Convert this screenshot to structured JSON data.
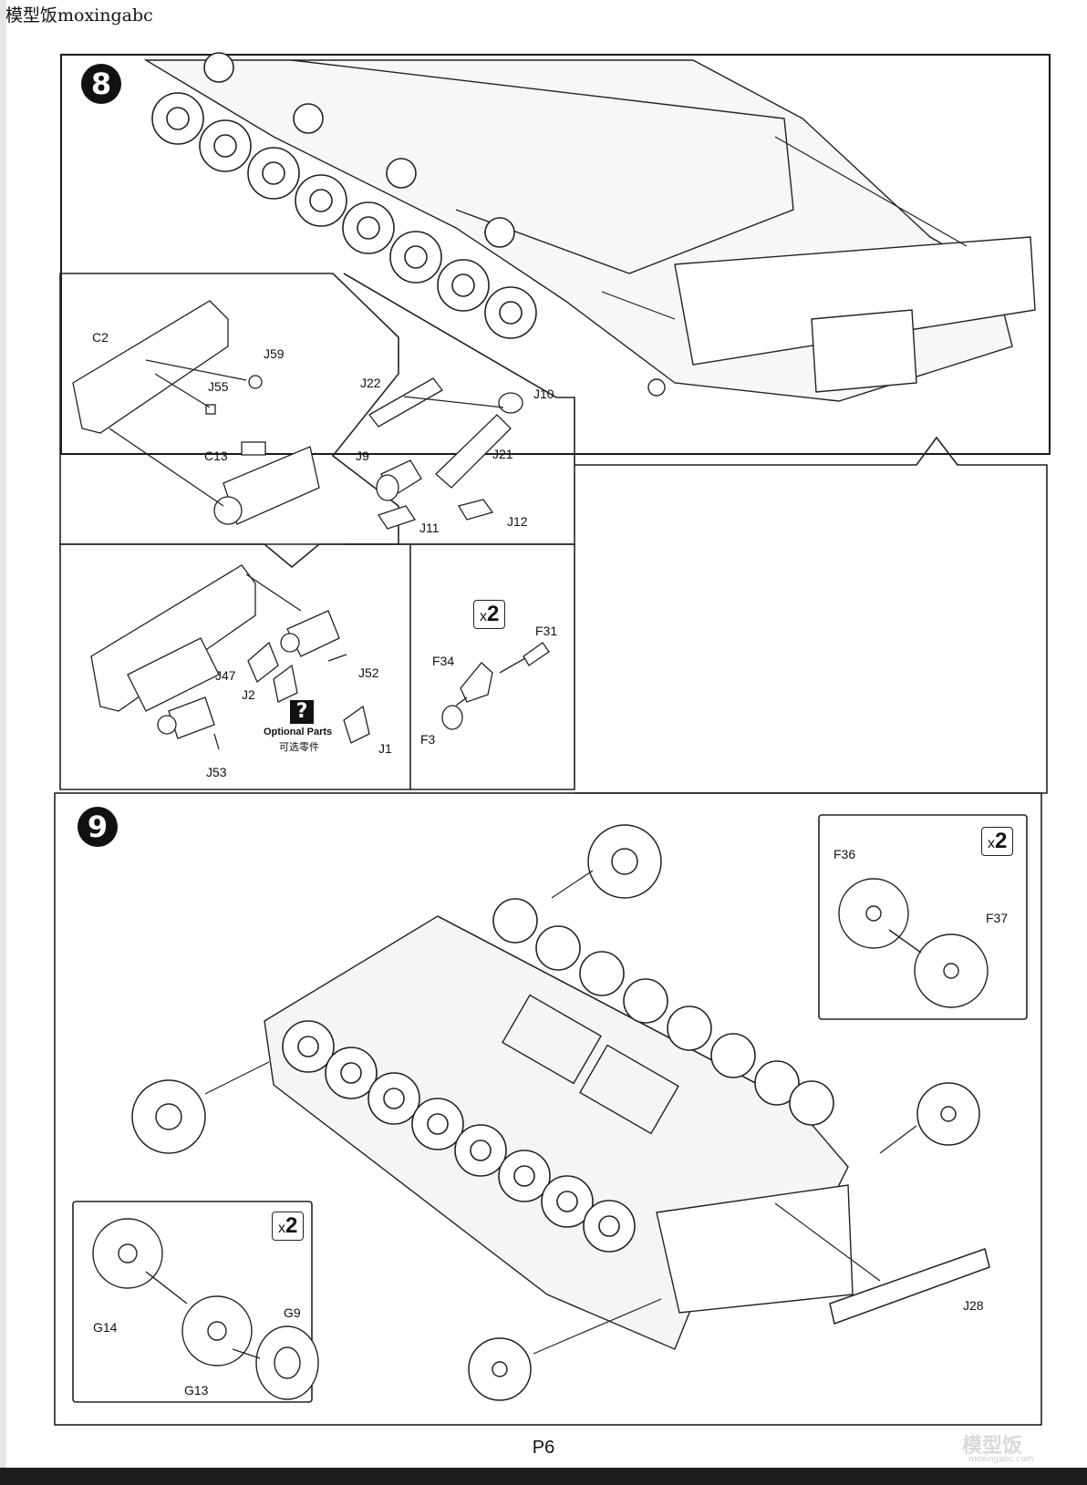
{
  "watermark": "模型饭moxingabc",
  "steps": [
    {
      "number": "8"
    },
    {
      "number": "9"
    }
  ],
  "step8": {
    "subA_labels": [
      "C2",
      "J59",
      "J55",
      "C13"
    ],
    "subB_labels": [
      "J22",
      "J10",
      "J21",
      "J9",
      "J11",
      "J12"
    ],
    "subC_labels": [
      "J47",
      "J2",
      "J52",
      "J53",
      "J1"
    ],
    "optional_parts": {
      "icon": "?",
      "en": "Optional Parts",
      "zh": "可选零件"
    },
    "subD": {
      "qty_x": "x",
      "qty_n": "2",
      "labels": [
        "F31",
        "F34",
        "F3"
      ]
    }
  },
  "step9": {
    "labels": [
      "J28"
    ],
    "inset_right": {
      "qty_x": "x",
      "qty_n": "2",
      "labels": [
        "F36",
        "F37"
      ]
    },
    "inset_left": {
      "qty_x": "x",
      "qty_n": "2",
      "labels": [
        "G14",
        "G9",
        "G13"
      ]
    }
  },
  "page_number": "P6",
  "logo": {
    "text": "模型饭",
    "url": "moxingabc.com"
  },
  "icons": [
    "optional-parts-icon",
    "road-wheel-icon",
    "sprocket-icon",
    "idler-wheel-icon",
    "hull-icon"
  ]
}
